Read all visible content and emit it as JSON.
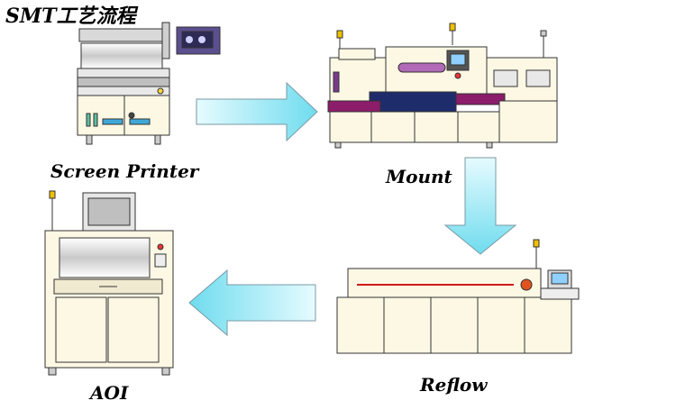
{
  "title": "SMT工艺流程",
  "stages": [
    {
      "label": "Screen Printer"
    },
    {
      "label": "Mount"
    },
    {
      "label": "Reflow"
    },
    {
      "label": "AOI"
    }
  ],
  "colors": {
    "arrow_fill": "#7fe3f2",
    "machine_body": "#fdf8e4",
    "machine_outline": "#333333",
    "accent_navy": "#1f2c6b",
    "accent_magenta": "#8b1d6b",
    "reflow_red": "#d11a1a"
  }
}
